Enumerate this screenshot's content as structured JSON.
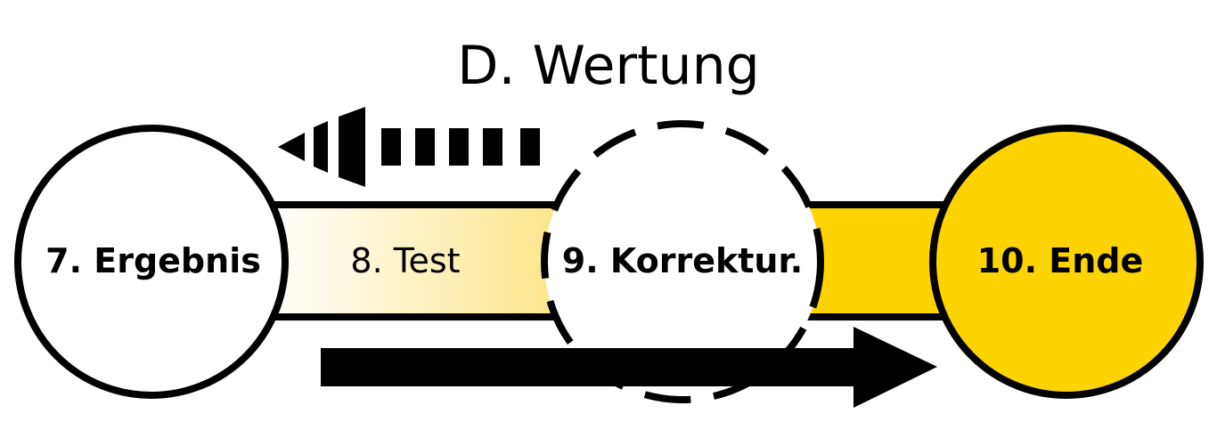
{
  "diagram": {
    "title": "D. Wertung",
    "nodes": [
      {
        "id": "ergebnis",
        "label": "7. Ergebnis",
        "style": "solid",
        "fill": "#ffffff"
      },
      {
        "id": "test",
        "label": "8. Test",
        "style": "gradient-bar",
        "fill": "#fde58a"
      },
      {
        "id": "korrektur",
        "label": "9. Korrektur.",
        "style": "dashed",
        "fill": "#ffffff"
      },
      {
        "id": "ende",
        "label": "10. Ende",
        "style": "solid",
        "fill": "#fdd402"
      }
    ],
    "arrows": [
      {
        "name": "backward-arrow",
        "direction": "left",
        "style": "dashed"
      },
      {
        "name": "forward-arrow",
        "direction": "right",
        "style": "solid"
      }
    ],
    "colors": {
      "accent": "#fdd402",
      "light_accent": "#fde58a",
      "stroke": "#000000"
    }
  }
}
